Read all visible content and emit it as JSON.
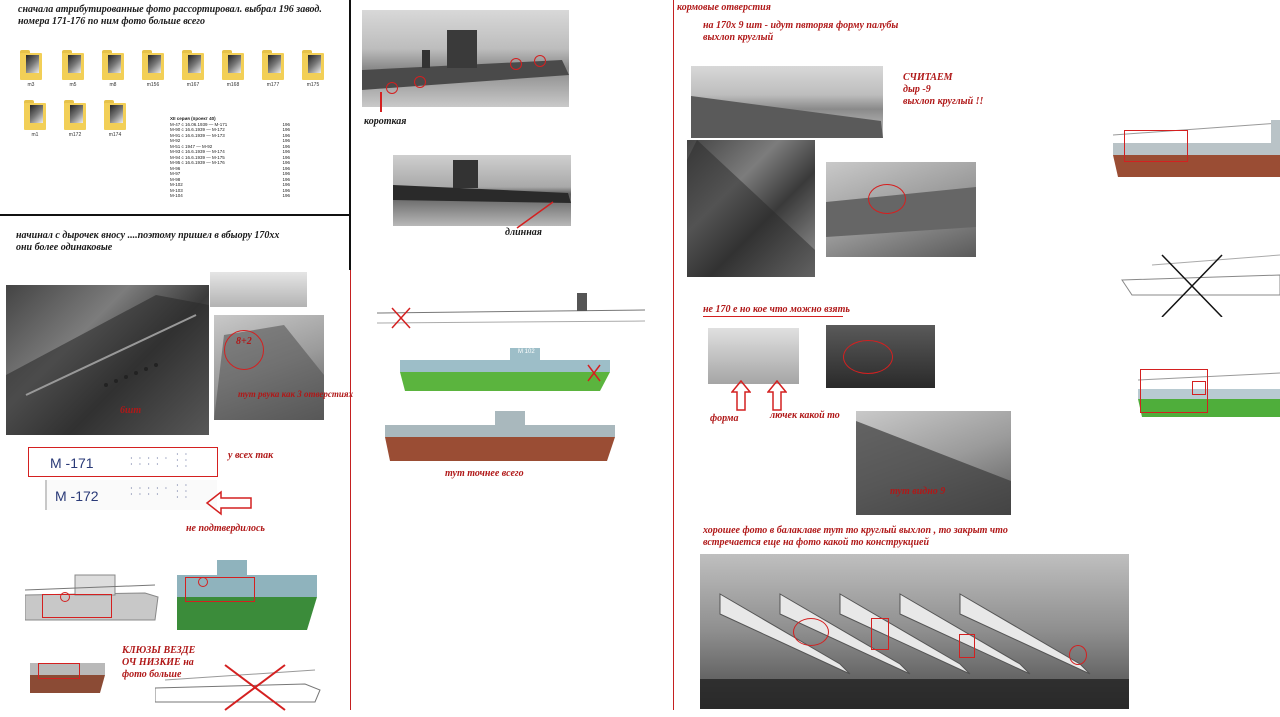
{
  "notes": {
    "intro_line1": "сначала атрибутированные фото рассортировал. выбрал 196  завод.",
    "intro_line2": "номера  171-176 по ним  фото больше всего",
    "holes_line1": "начинал с дырочек  вносу ....поэтому пришел в  вбыору 170хх",
    "holes_line2": "они более одинаковые",
    "short": "короткая",
    "long": "длинная",
    "here_precise": "тут точнее всего",
    "six_pcs": "6шт",
    "everywhere_like_this": "у всех так",
    "not_confirmed": "не подтвердилось",
    "kluzy_line1": "КЛЮЗЫ ВЕЗДЕ",
    "kluzy_line2": "ОЧ НИЗКИЕ на",
    "kluzy_line3": "фото больше",
    "stern_openings": "кормовые отверстия",
    "on_170x_line1": "на  170х 9 шт - идут пвторяя форму палубы",
    "on_170x_line2": "выхлоп круглый",
    "count_line1": "СЧИТАЕМ",
    "count_line2": "дыр -9",
    "count_line3": "выхлоп круглый !!",
    "not170": "не 170 е  но кое что можно взять",
    "shape": "форма",
    "hatch": "лючек какой то",
    "balaklava_line1": "хорошее фото в балаклаве тут то круглый выхлоп , то закрыт что",
    "balaklava_line2": "встречается еще на фото какой то конструкцией",
    "photo1_overlay": "8+2",
    "photo2_overlay": "тут рвука как 3 отверстиях",
    "photo3_overlay": "тут видно 9 "
  },
  "folders": [
    {
      "label": "m3"
    },
    {
      "label": "m5"
    },
    {
      "label": "m8"
    },
    {
      "label": "m156"
    },
    {
      "label": "m167"
    },
    {
      "label": "m168"
    },
    {
      "label": "m177"
    },
    {
      "label": "m175"
    },
    {
      "label": "m1"
    },
    {
      "label": "m172"
    },
    {
      "label": "m174"
    }
  ],
  "table": {
    "header": "XII серия (проект 40)",
    "rows": [
      {
        "name": "М-47 с 16.06.1939 — М-171",
        "val": "196"
      },
      {
        "name": "М-90 с 16.6.1939 — М-172",
        "val": "196"
      },
      {
        "name": "М-91 с 16.6.1939 — М-173",
        "val": "196"
      },
      {
        "name": "М-92",
        "val": "196"
      },
      {
        "name": "М-51 с 1947 — М-92",
        "val": "196"
      },
      {
        "name": "М-93 с 16.6.1939 — М-174",
        "val": "196"
      },
      {
        "name": "М-94 с 16.6.1939 — М-175",
        "val": "196"
      },
      {
        "name": "М-95 с 16.6.1939 — М-176",
        "val": "196"
      },
      {
        "name": "М-96",
        "val": "196"
      },
      {
        "name": "М-97",
        "val": "196"
      },
      {
        "name": "М-98",
        "val": "196"
      },
      {
        "name": "М-102",
        "val": "196"
      },
      {
        "name": "М-103",
        "val": "196"
      },
      {
        "name": "М-104",
        "val": "196"
      }
    ]
  },
  "hulls": {
    "m171": "M -171",
    "m172": "M -172",
    "m102_tower": "М 102"
  }
}
